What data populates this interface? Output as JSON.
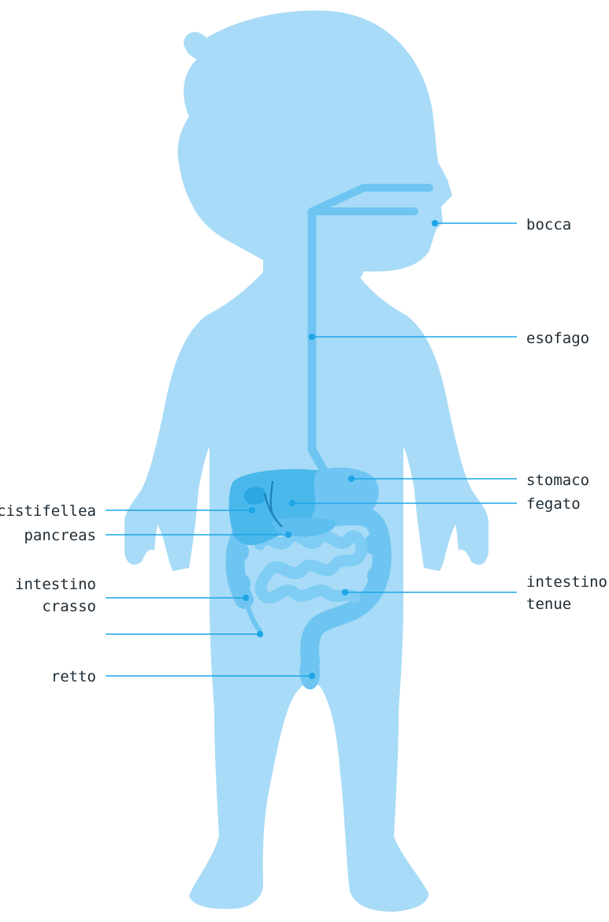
{
  "colors": {
    "body": "#a8dbf7",
    "tract": "#6ec5f2",
    "organ": "#4bb8ec",
    "organ_dark": "#2ca7e4",
    "line": "#1ea5e6",
    "text": "#1e2a33"
  },
  "labels": {
    "bocca": "bocca",
    "esofago": "esofago",
    "stomaco": "stomaco",
    "fegato": "fegato",
    "cistifellea": "cistifellea",
    "pancreas": "pancreas",
    "intestino_crasso": [
      "intestino",
      "crasso"
    ],
    "intestino_tenue": [
      "intestino",
      "tenue"
    ],
    "appendice": "",
    "retto": "retto"
  }
}
